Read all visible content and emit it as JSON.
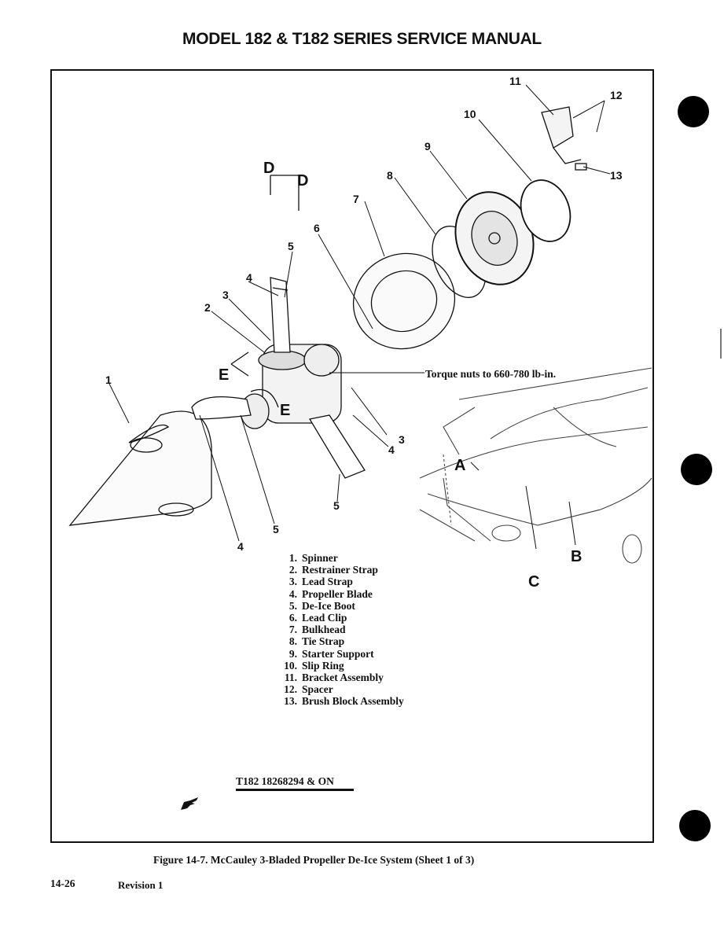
{
  "header": {
    "title": "MODEL 182 & T182 SERIES SERVICE MANUAL"
  },
  "figure": {
    "callouts": [
      "1",
      "2",
      "3",
      "3",
      "4",
      "4",
      "4",
      "5",
      "5",
      "5",
      "6",
      "7",
      "8",
      "9",
      "10",
      "11",
      "12",
      "13"
    ],
    "view_letters": [
      "A",
      "B",
      "C",
      "D",
      "D",
      "E",
      "E"
    ],
    "torque_note": "Torque nuts to 660-780 lb-in.",
    "legend": [
      {
        "num": "1.",
        "text": "Spinner"
      },
      {
        "num": "2.",
        "text": "Restrainer Strap"
      },
      {
        "num": "3.",
        "text": "Lead Strap"
      },
      {
        "num": "4.",
        "text": "Propeller Blade"
      },
      {
        "num": "5.",
        "text": "De-Ice Boot"
      },
      {
        "num": "6.",
        "text": "Lead Clip"
      },
      {
        "num": "7.",
        "text": "Bulkhead"
      },
      {
        "num": "8.",
        "text": "Tie Strap"
      },
      {
        "num": "9.",
        "text": "Starter Support"
      },
      {
        "num": "10.",
        "text": "Slip Ring"
      },
      {
        "num": "11.",
        "text": "Bracket Assembly"
      },
      {
        "num": "12.",
        "text": "Spacer"
      },
      {
        "num": "13.",
        "text": "Brush Block Assembly"
      }
    ],
    "effectivity": "T182 18268294 & ON",
    "caption": "Figure 14-7.  McCauley 3-Bladed Propeller De-Ice System  (Sheet 1 of 3)"
  },
  "footer": {
    "page_number": "14-26",
    "revision": "Revision 1"
  }
}
